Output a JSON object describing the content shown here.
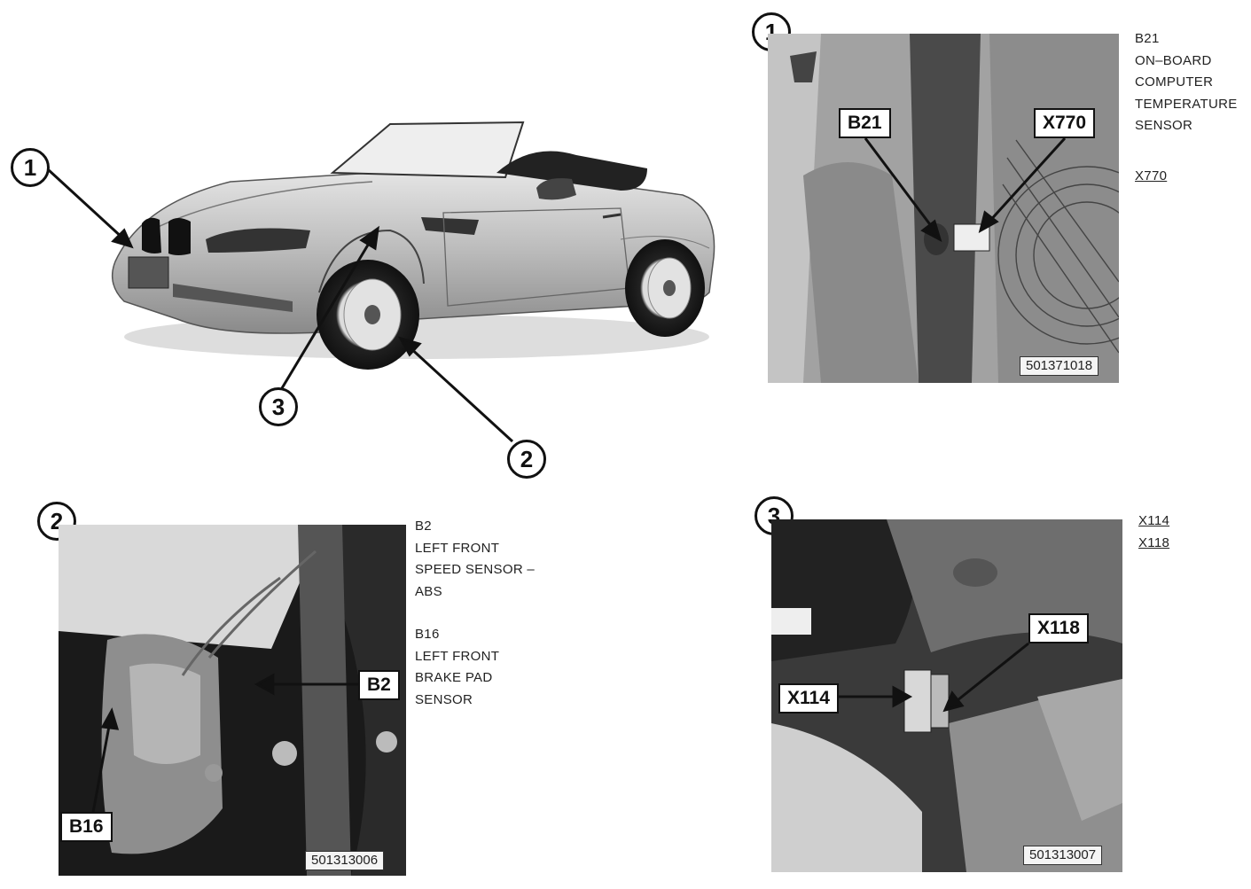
{
  "overview": {
    "markers": [
      "1",
      "3",
      "2"
    ]
  },
  "panel1": {
    "number": "1",
    "callouts": {
      "b21": "B21",
      "x770": "X770"
    },
    "photo_code": "501371018",
    "legend": {
      "b21_code": "B21",
      "b21_lines": [
        "ON–BOARD",
        "COMPUTER",
        "TEMPERATURE",
        "SENSOR"
      ],
      "x770_code": "X770"
    }
  },
  "panel2": {
    "number": "2",
    "callouts": {
      "b2": "B2",
      "b16": "B16"
    },
    "photo_code": "501313006",
    "legend": {
      "b2_code": "B2",
      "b2_lines": [
        "LEFT FRONT",
        "SPEED SENSOR –",
        "ABS"
      ],
      "b16_code": "B16",
      "b16_lines": [
        "LEFT FRONT",
        "BRAKE PAD",
        "SENSOR"
      ]
    }
  },
  "panel3": {
    "number": "3",
    "callouts": {
      "x118": "X118",
      "x114": "X114"
    },
    "photo_code": "501313007",
    "legend": {
      "x114_code": "X114",
      "x118_code": "X118"
    }
  },
  "colors": {
    "ink": "#111111",
    "photo_dark": "#2a2a2a",
    "photo_mid": "#7a7a7a",
    "photo_light": "#bdbdbd",
    "car_body": "#c8c8c8"
  }
}
